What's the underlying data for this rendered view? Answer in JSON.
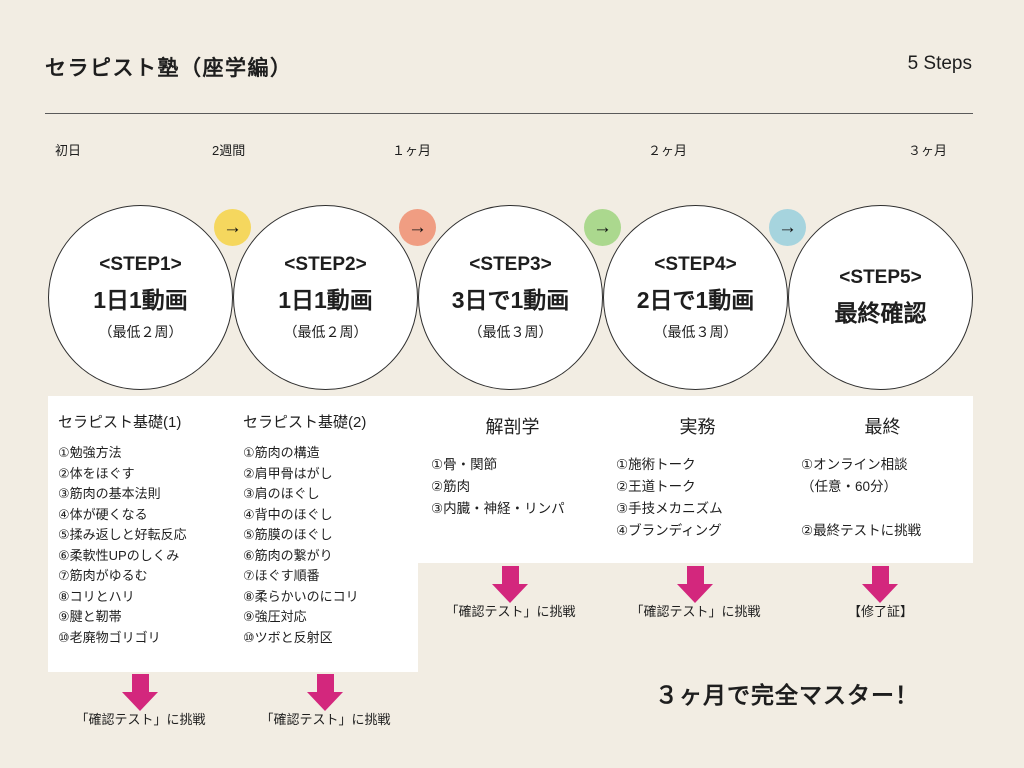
{
  "header": {
    "title": "セラピスト塾（座学編）",
    "steps_count": "5 Steps"
  },
  "timeline": {
    "labels": [
      "初日",
      "2週間",
      "１ヶ月",
      "２ヶ月",
      "３ヶ月"
    ]
  },
  "connectors": {
    "arrow_glyph": "→",
    "badge_colors": [
      "#f5d75e",
      "#f09d82",
      "#abd88e",
      "#a6d4de"
    ]
  },
  "colors": {
    "background": "#f2ede3",
    "accent_pink": "#d3277d",
    "circle_border": "#2e2e2e"
  },
  "steps": [
    {
      "tag": "<STEP1>",
      "title": "1日1動画",
      "subtitle": "（最低２周）",
      "category": "セラピスト基礎(1)",
      "items": [
        "①勉強方法",
        "②体をほぐす",
        "③筋肉の基本法則",
        "④体が硬くなる",
        "⑤揉み返しと好転反応",
        "⑥柔軟性UPのしくみ",
        "⑦筋肉がゆるむ",
        "⑧コリとハリ",
        "⑨腱と靭帯",
        "⑩老廃物ゴリゴリ"
      ],
      "footer": "「確認テスト」に挑戦"
    },
    {
      "tag": "<STEP2>",
      "title": "1日1動画",
      "subtitle": "（最低２周）",
      "category": "セラピスト基礎(2)",
      "items": [
        "①筋肉の構造",
        "②肩甲骨はがし",
        "③肩のほぐし",
        "④背中のほぐし",
        "⑤筋膜のほぐし",
        "⑥筋肉の繋がり",
        "⑦ほぐす順番",
        "⑧柔らかいのにコリ",
        "⑨強圧対応",
        "⑩ツボと反射区"
      ],
      "footer": "「確認テスト」に挑戦"
    },
    {
      "tag": "<STEP3>",
      "title": "3日で1動画",
      "subtitle": "（最低３周）",
      "category": "解剖学",
      "items": [
        "①骨・関節",
        "②筋肉",
        "③内臓・神経・リンパ"
      ],
      "footer": "「確認テスト」に挑戦"
    },
    {
      "tag": "<STEP4>",
      "title": "2日で1動画",
      "subtitle": "（最低３周）",
      "category": "実務",
      "items": [
        "①施術トーク",
        "②王道トーク",
        "③手技メカニズム",
        "④ブランディング"
      ],
      "footer": "「確認テスト」に挑戦"
    },
    {
      "tag": "<STEP5>",
      "title": "最終確認",
      "subtitle": "",
      "category": "最終",
      "items": [
        "①オンライン相談",
        "（任意・60分）",
        "",
        "②最終テストに挑戦"
      ],
      "footer": "【修了証】"
    }
  ],
  "footer_note": "３ヶ月で完全マスター！"
}
